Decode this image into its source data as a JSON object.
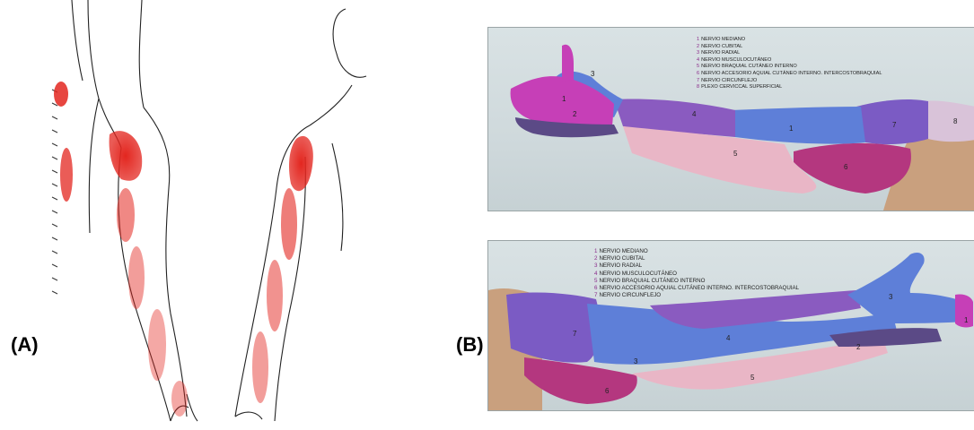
{
  "labels": {
    "a": "(A)",
    "b": "(B)"
  },
  "legend_top": [
    {
      "num": "1",
      "text": "NERVIO MEDIANO"
    },
    {
      "num": "2",
      "text": "NERVIO CUBITAL"
    },
    {
      "num": "3",
      "text": "NERVIO RADIAL"
    },
    {
      "num": "4",
      "text": "NERVIO MUSCULOCUTÁNEO"
    },
    {
      "num": "5",
      "text": "NERVIO BRAQUIAL CUTÁNEO INTERNO"
    },
    {
      "num": "6",
      "text": "NERVIO ACCESORIO AQUIAL CUTÁNEO INTERNO. INTERCOSTOBRAQUIAL"
    },
    {
      "num": "7",
      "text": "NERVIO CIRCUNFLEJO"
    },
    {
      "num": "8",
      "text": "PLEXO CERVICCAL SUPERFICIAL"
    }
  ],
  "legend_bottom": [
    {
      "num": "1",
      "text": "NERVIO MEDIANO"
    },
    {
      "num": "2",
      "text": "NERVIO CUBITAL"
    },
    {
      "num": "3",
      "text": "NERVIO RADIAL"
    },
    {
      "num": "4",
      "text": "NERVIO MUSCULOCUTÁNEO"
    },
    {
      "num": "5",
      "text": "NERVIO BRAQUIAL CUTÁNEO INTERNO"
    },
    {
      "num": "6",
      "text": "NERVIO ACCESORIO AQUIAL CUTÁNEO INTERNO. INTERCOSTOBRAQUIAL"
    },
    {
      "num": "7",
      "text": "NERVIO CIRCUNFLEJO"
    }
  ],
  "region_numbers_top": [
    "1",
    "2",
    "3",
    "4",
    "1",
    "5",
    "6",
    "7",
    "8"
  ],
  "region_numbers_bottom": [
    "1",
    "2",
    "3",
    "4",
    "3",
    "5",
    "6",
    "7"
  ],
  "colors": {
    "pain_red": "#e3261f",
    "mediano": "#c63fb7",
    "cubital": "#5b4a86",
    "radial": "#5e7fd8",
    "musculocutaneo": "#8a5bc0",
    "braquial": "#e9b6c6",
    "accesorio": "#b4377f",
    "circunflejo": "#7b5bc4",
    "plexo": "#d9c3d9"
  }
}
